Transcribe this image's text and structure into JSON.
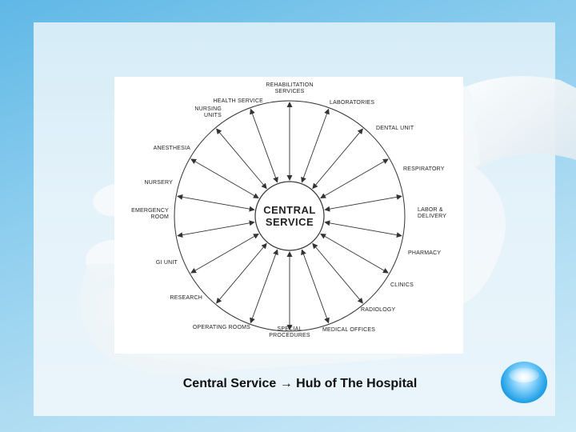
{
  "slide": {
    "caption_prefix": "Central Service",
    "caption_arrow": "→",
    "caption_suffix": "Hub of The Hospital"
  },
  "diagram": {
    "center_line1": "CENTRAL",
    "center_line2": "SERVICE",
    "departments": [
      {
        "lines": [
          "REHABILITATION",
          "SERVICES"
        ]
      },
      {
        "lines": [
          "LABORATORIES"
        ]
      },
      {
        "lines": [
          "DENTAL UNIT"
        ]
      },
      {
        "lines": [
          "RESPIRATORY"
        ]
      },
      {
        "lines": [
          "LABOR &",
          "DELIVERY"
        ]
      },
      {
        "lines": [
          "PHARMACY"
        ]
      },
      {
        "lines": [
          "CLINICS"
        ]
      },
      {
        "lines": [
          "RADIOLOGY"
        ]
      },
      {
        "lines": [
          "MEDICAL OFFICES"
        ]
      },
      {
        "lines": [
          "SPECIAL",
          "PROCEDURES"
        ]
      },
      {
        "lines": [
          "OPERATING ROOMS"
        ]
      },
      {
        "lines": [
          "RESEARCH"
        ]
      },
      {
        "lines": [
          "GI UNIT"
        ]
      },
      {
        "lines": [
          "EMERGENCY",
          "ROOM"
        ]
      },
      {
        "lines": [
          "NURSERY"
        ]
      },
      {
        "lines": [
          "ANESTHESIA"
        ]
      },
      {
        "lines": [
          "NURSING",
          "UNITS"
        ]
      },
      {
        "lines": [
          "HEALTH SERVICE"
        ]
      }
    ]
  }
}
